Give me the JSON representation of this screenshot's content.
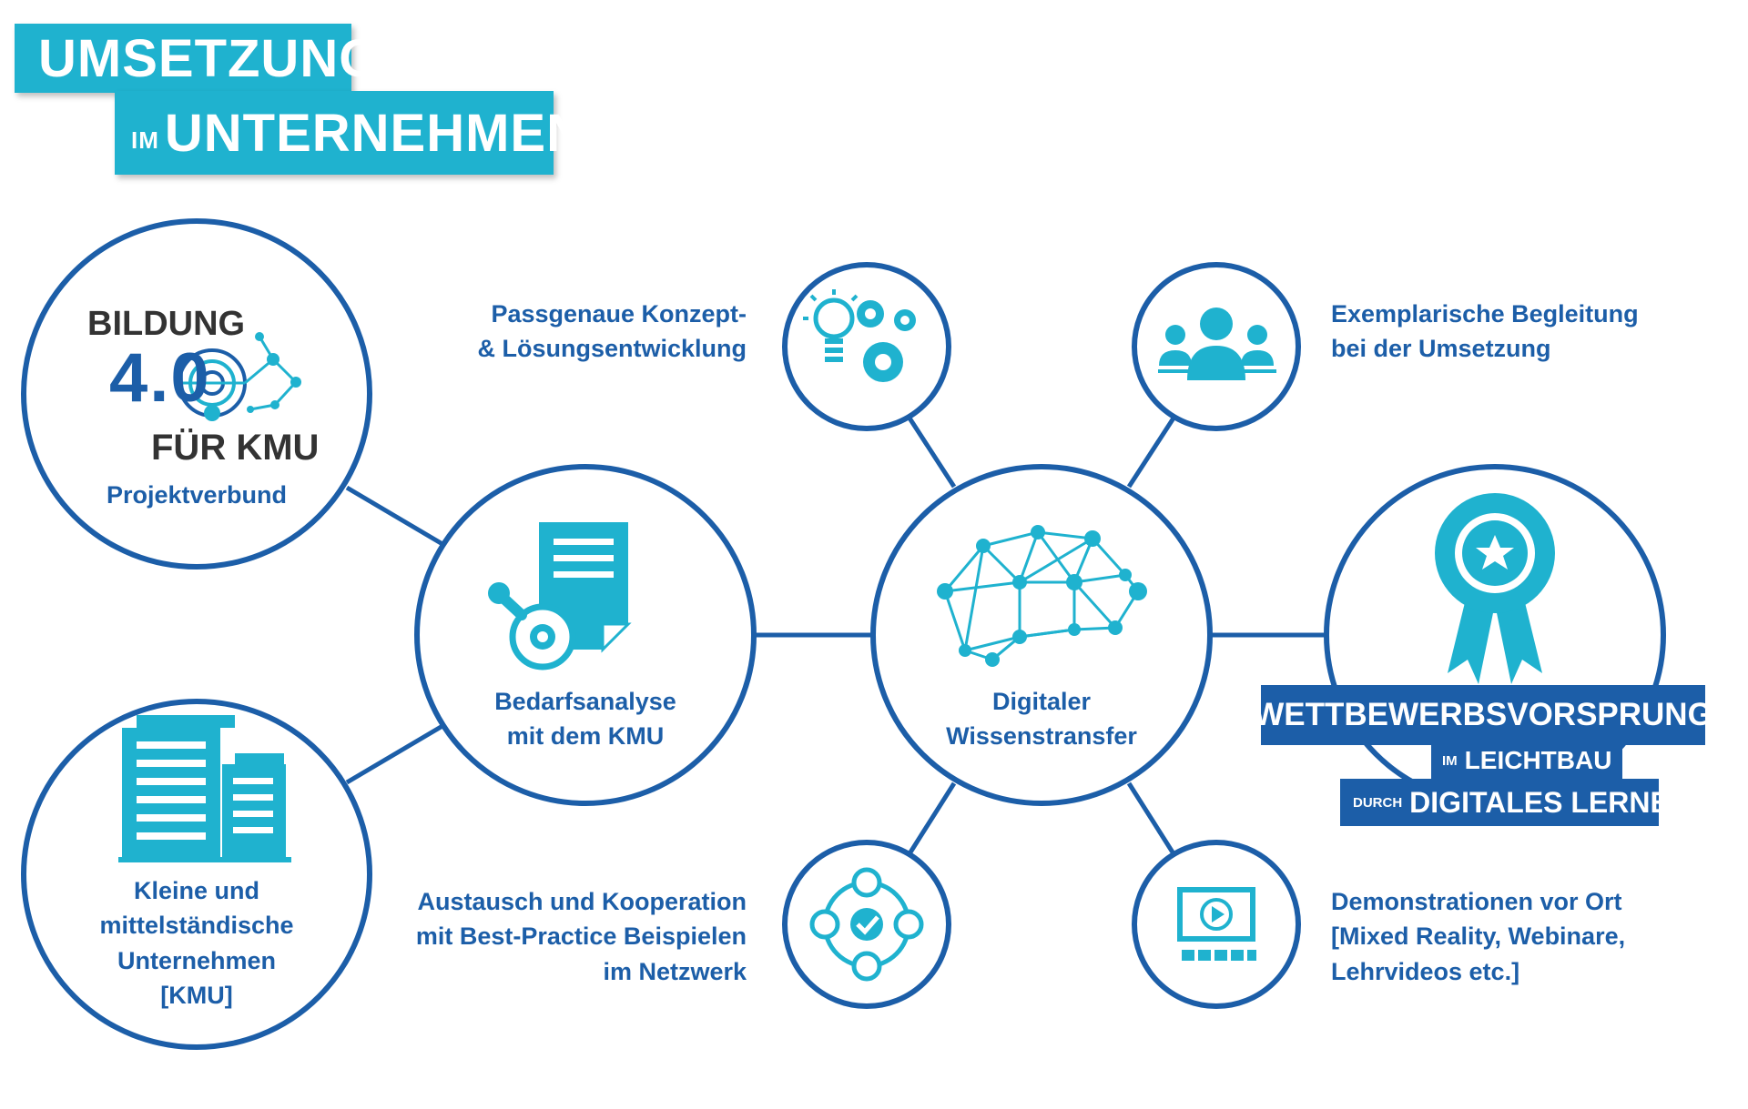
{
  "title": {
    "line1": "UMSETZUNG",
    "line2_small": "IM",
    "line2": "UNTERNEHMEN"
  },
  "logo": {
    "line1": "BILDUNG",
    "digits": "4.0",
    "line3": "FÜR KMU"
  },
  "nodes": {
    "projektverbund": {
      "label": "Projektverbund"
    },
    "kmu": {
      "lines": [
        "Kleine und",
        "mittelständische",
        "Unternehmen",
        "[KMU]"
      ]
    },
    "bedarfsanalyse": {
      "lines": [
        "Bedarfsanalyse",
        "mit dem KMU"
      ]
    },
    "wissenstransfer": {
      "lines": [
        "Digitaler",
        "Wissenstransfer"
      ]
    },
    "konzept": {
      "lines": [
        "Passgenaue Konzept-",
        "& Lösungsentwicklung"
      ]
    },
    "begleitung": {
      "lines": [
        "Exemplarische Begleitung",
        "bei der Umsetzung"
      ]
    },
    "austausch": {
      "lines": [
        "Austausch und Kooperation",
        "mit Best-Practice Beispielen",
        "im Netzwerk"
      ]
    },
    "demonstrationen": {
      "lines": [
        "Demonstrationen vor Ort",
        "[Mixed Reality, Webinare,",
        "Lehrvideos etc.]"
      ]
    }
  },
  "advantage": {
    "line1": "WETTBEWERBSVORSPRUNG",
    "line2_small": "IM",
    "line2": "LEICHTBAU",
    "line3_small": "DURCH",
    "line3": "DIGITALES LERNEN"
  },
  "colors": {
    "primary": "#1c5ea8",
    "accent": "#1fb2cf",
    "background": "#ffffff"
  },
  "icons": [
    "network-logo-icon",
    "office-building-icon",
    "document-magnifier-icon",
    "brain-network-icon",
    "idea-gears-icon",
    "team-people-icon",
    "collaboration-check-icon",
    "video-presentation-icon",
    "award-ribbon-icon"
  ]
}
